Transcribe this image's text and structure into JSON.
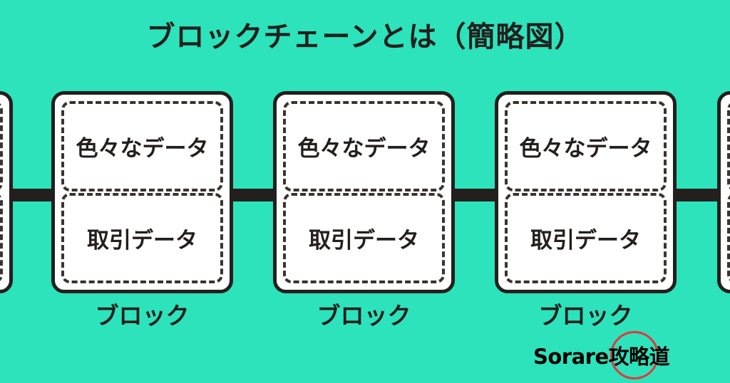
{
  "diagram": {
    "title": "ブロックチェーンとは（簡略図）",
    "background_color": "#2de3bb",
    "ink_color": "#231f1d",
    "card_fill_color": "#ffffff",
    "blocks": [
      {
        "caption": "",
        "partial": "left",
        "sections": [
          {
            "label": ""
          },
          {
            "label": ""
          }
        ]
      },
      {
        "caption": "ブロック",
        "partial": "none",
        "sections": [
          {
            "label": "色々なデータ"
          },
          {
            "label": "取引データ"
          }
        ]
      },
      {
        "caption": "ブロック",
        "partial": "none",
        "sections": [
          {
            "label": "色々なデータ"
          },
          {
            "label": "取引データ"
          }
        ]
      },
      {
        "caption": "ブロック",
        "partial": "none",
        "sections": [
          {
            "label": "色々なデータ"
          },
          {
            "label": "取引データ"
          }
        ]
      },
      {
        "caption": "",
        "partial": "right",
        "sections": [
          {
            "label": ""
          },
          {
            "label": ""
          }
        ]
      }
    ]
  },
  "watermark": {
    "text": "Sorare攻略道",
    "circle_color": "#e0383f",
    "text_color": "#000000"
  }
}
